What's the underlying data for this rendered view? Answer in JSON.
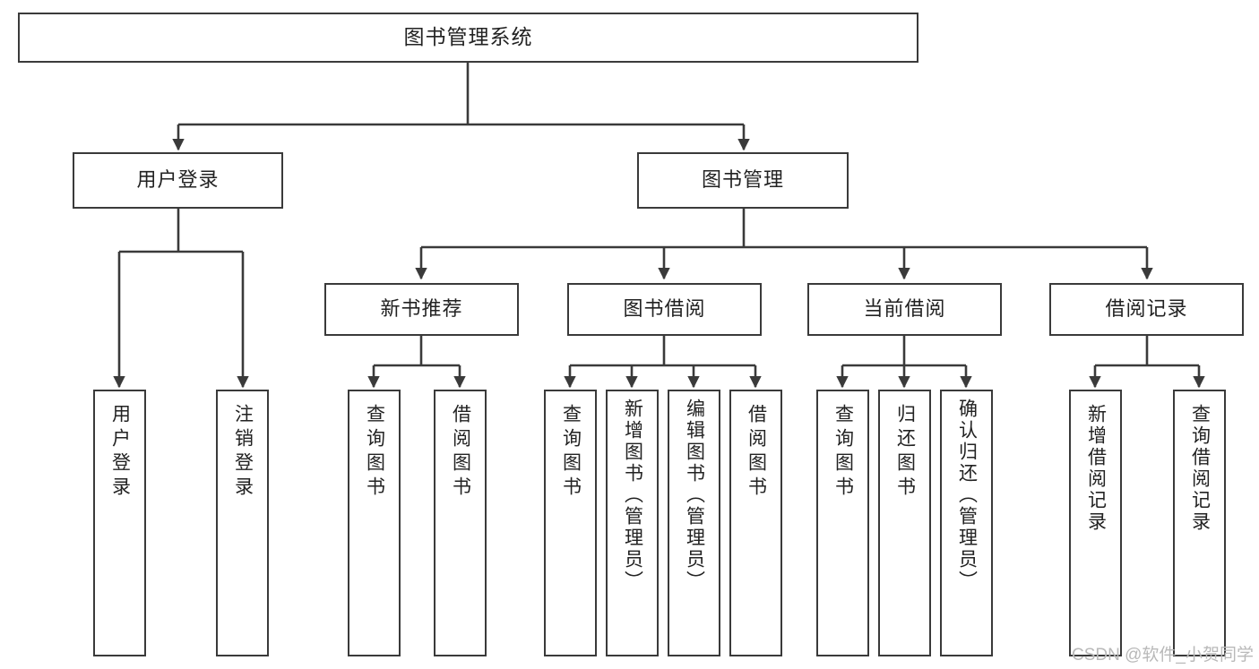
{
  "diagram": {
    "title": "图书管理系统",
    "type": "tree-hierarchy-chart",
    "line_color": "#3a3a3a",
    "box_fill": "#ffffff",
    "text_color": "#222222"
  },
  "nodes": {
    "root": {
      "label": "图书管理系统"
    },
    "level2": [
      {
        "id": "user-login",
        "label": "用户登录"
      },
      {
        "id": "book-management",
        "label": "图书管理"
      }
    ],
    "level3": [
      {
        "id": "new-book-recommend",
        "label": "新书推荐"
      },
      {
        "id": "book-borrow",
        "label": "图书借阅"
      },
      {
        "id": "current-borrow",
        "label": "当前借阅"
      },
      {
        "id": "borrow-record",
        "label": "借阅记录"
      }
    ],
    "leaves": [
      {
        "id": "leaf-user-login",
        "label": "用户登录"
      },
      {
        "id": "leaf-logout-login",
        "label": "注销登录"
      },
      {
        "id": "leaf-query-book-1",
        "label": "查询图书"
      },
      {
        "id": "leaf-borrow-book-1",
        "label": "借阅图书"
      },
      {
        "id": "leaf-query-book-2",
        "label": "查询图书"
      },
      {
        "id": "leaf-add-book",
        "label": "新增图书（管理员）"
      },
      {
        "id": "leaf-edit-book",
        "label": "编辑图书（管理员）"
      },
      {
        "id": "leaf-borrow-book-2",
        "label": "借阅图书"
      },
      {
        "id": "leaf-query-book-3",
        "label": "查询图书"
      },
      {
        "id": "leaf-return-book",
        "label": "归还图书"
      },
      {
        "id": "leaf-confirm-return",
        "label": "确认归还（管理员）"
      },
      {
        "id": "leaf-add-borrow-record",
        "label": "新增借阅记录"
      },
      {
        "id": "leaf-query-borrow-record",
        "label": "查询借阅记录"
      }
    ]
  },
  "watermark": {
    "text": "CSDN @软件_小贺同学"
  }
}
